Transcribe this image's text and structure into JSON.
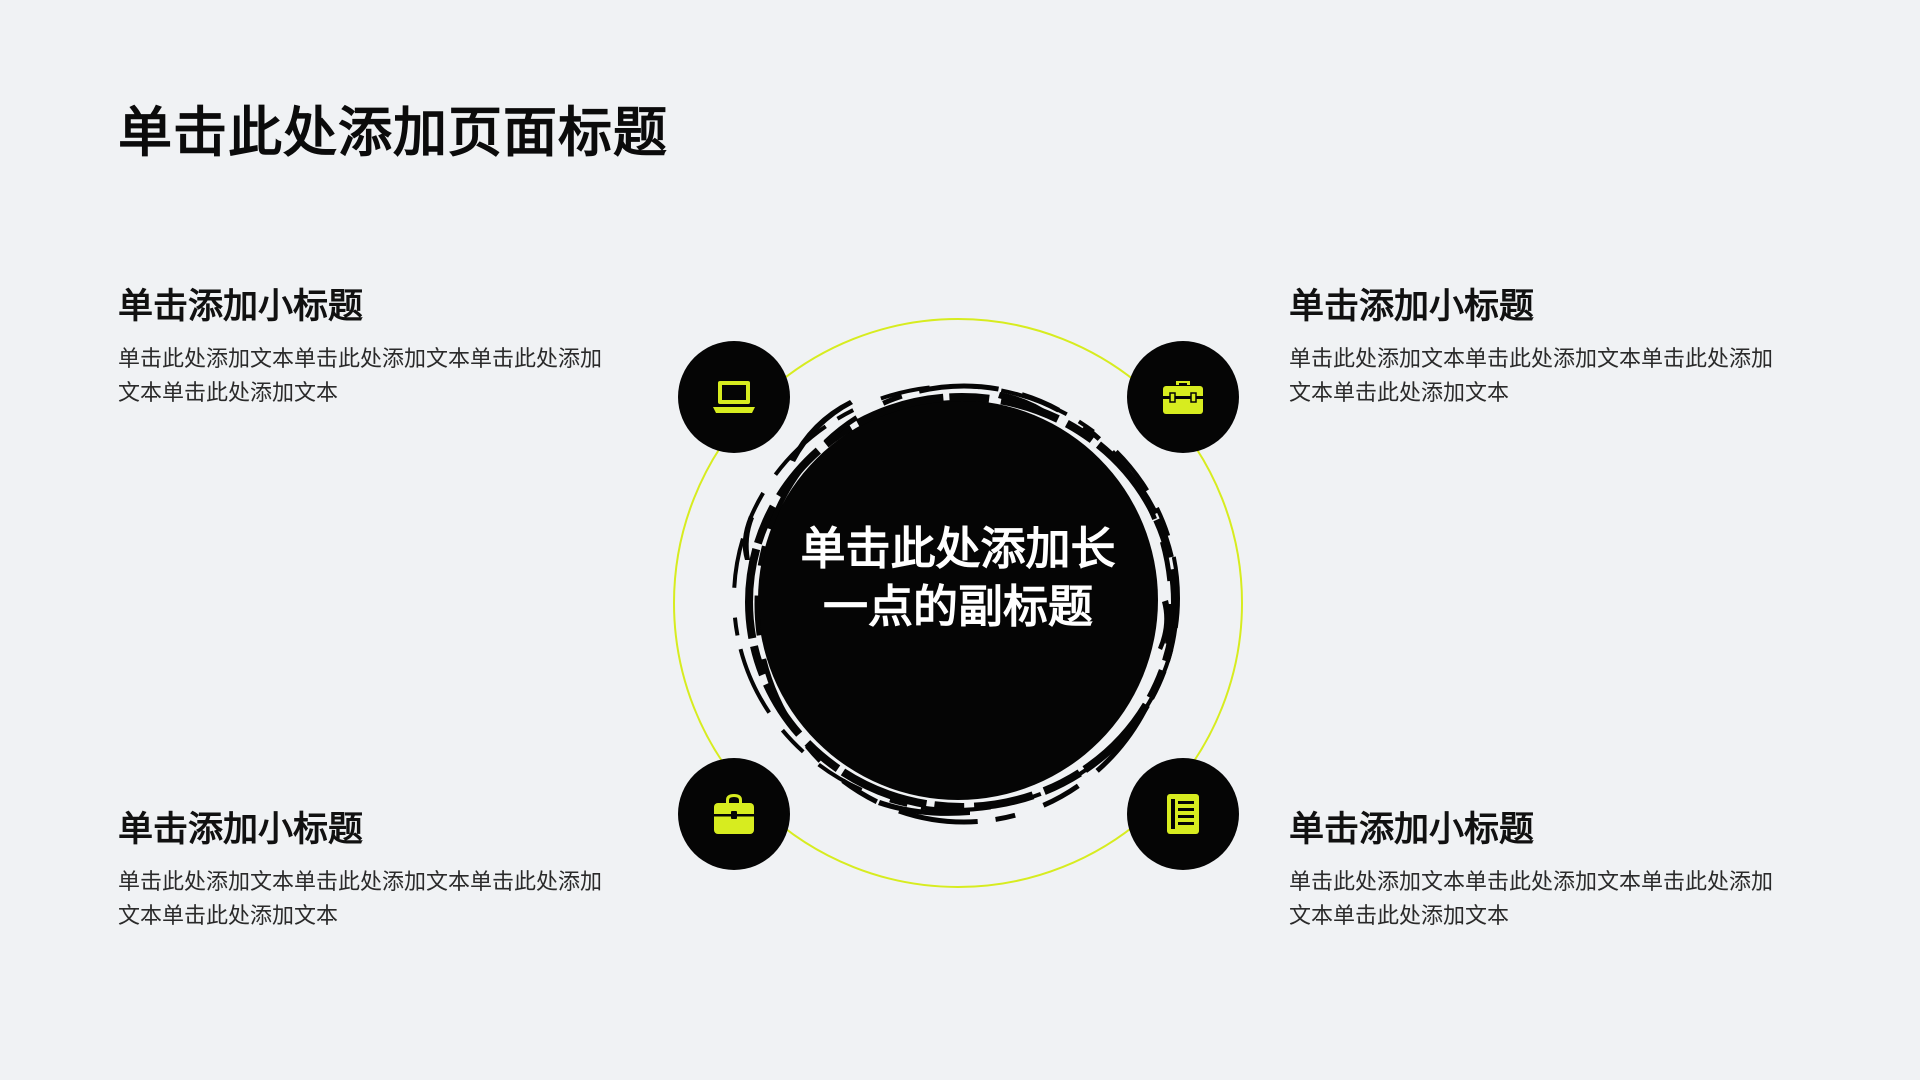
{
  "page": {
    "title": "单击此处添加页面标题",
    "background": "#f0f2f4",
    "accent": "#d7ec1f"
  },
  "center": {
    "text": "单击此处添加长一点的副标题"
  },
  "items": [
    {
      "title": "单击添加小标题",
      "text": "单击此处添加文本单击此处添加文本单击此处添加文本单击此处添加文本",
      "icon": "laptop-icon"
    },
    {
      "title": "单击添加小标题",
      "text": "单击此处添加文本单击此处添加文本单击此处添加文本单击此处添加文本",
      "icon": "briefcase-icon"
    },
    {
      "title": "单击添加小标题",
      "text": "单击此处添加文本单击此处添加文本单击此处添加文本单击此处添加文本",
      "icon": "bag-icon"
    },
    {
      "title": "单击添加小标题",
      "text": "单击此处添加文本单击此处添加文本单击此处添加文本单击此处添加文本",
      "icon": "document-icon"
    }
  ]
}
